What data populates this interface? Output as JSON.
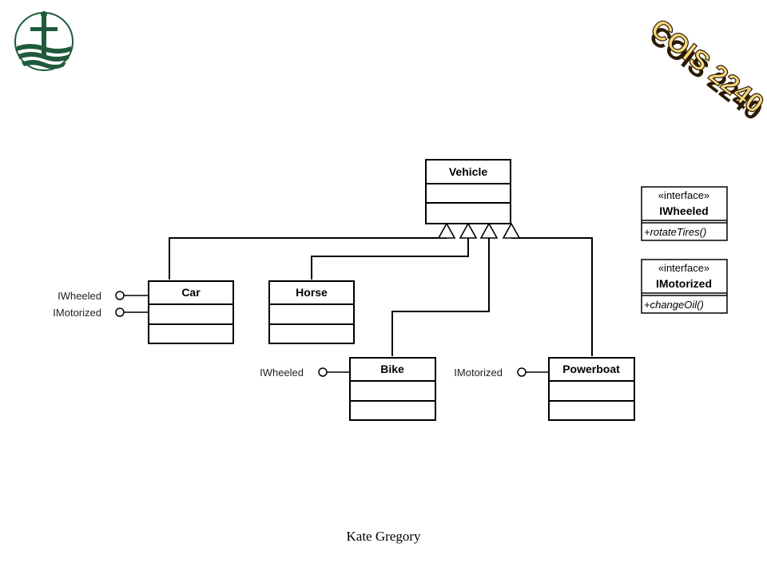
{
  "course_logo": {
    "text": "COIS 2240"
  },
  "classes": {
    "vehicle": "Vehicle",
    "car": "Car",
    "horse": "Horse",
    "bike": "Bike",
    "powerboat": "Powerboat"
  },
  "lollipops": {
    "car_wheeled": "IWheeled",
    "car_motorized": "IMotorized",
    "bike_wheeled": "IWheeled",
    "powerboat_motorized": "IMotorized"
  },
  "interfaces": [
    {
      "stereotype": "«interface»",
      "name": "IWheeled",
      "operation": "+rotateTires()"
    },
    {
      "stereotype": "«interface»",
      "name": "IMotorized",
      "operation": "+changeOil()"
    }
  ],
  "footer": {
    "author": "Kate Gregory"
  },
  "colors": {
    "logo_green": "#1f5a3a",
    "logo_text": "#f7d77e"
  }
}
